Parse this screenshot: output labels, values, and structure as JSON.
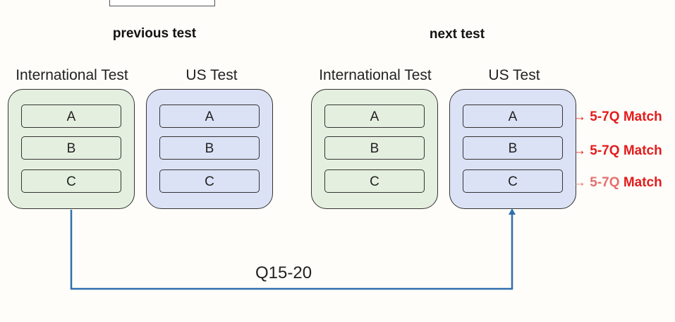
{
  "sections": {
    "previous": "previous test",
    "next": "next test"
  },
  "previous": {
    "international": {
      "title": "International Test",
      "items": [
        "A",
        "B",
        "C"
      ]
    },
    "us": {
      "title": "US Test",
      "items": [
        "A",
        "B",
        "C"
      ]
    }
  },
  "next": {
    "international": {
      "title": "International Test",
      "items": [
        "A",
        "B",
        "C"
      ]
    },
    "us": {
      "title": "US Test",
      "items": [
        "A",
        "B",
        "C"
      ]
    }
  },
  "matches": [
    {
      "arrow": "→",
      "code": "5-7Q",
      "word": "Match"
    },
    {
      "arrow": "→",
      "code": "5-7Q",
      "word": "Match"
    },
    {
      "arrow": "→",
      "code": "5-7Q",
      "word": "Match"
    }
  ],
  "connector": {
    "label": "Q15-20"
  },
  "colors": {
    "international_fill": "#e5efdf",
    "us_fill": "#dbe2f6",
    "connector": "#2e6fb0",
    "match_red": "#e31c1c",
    "match_faded": "#e46f6f"
  }
}
